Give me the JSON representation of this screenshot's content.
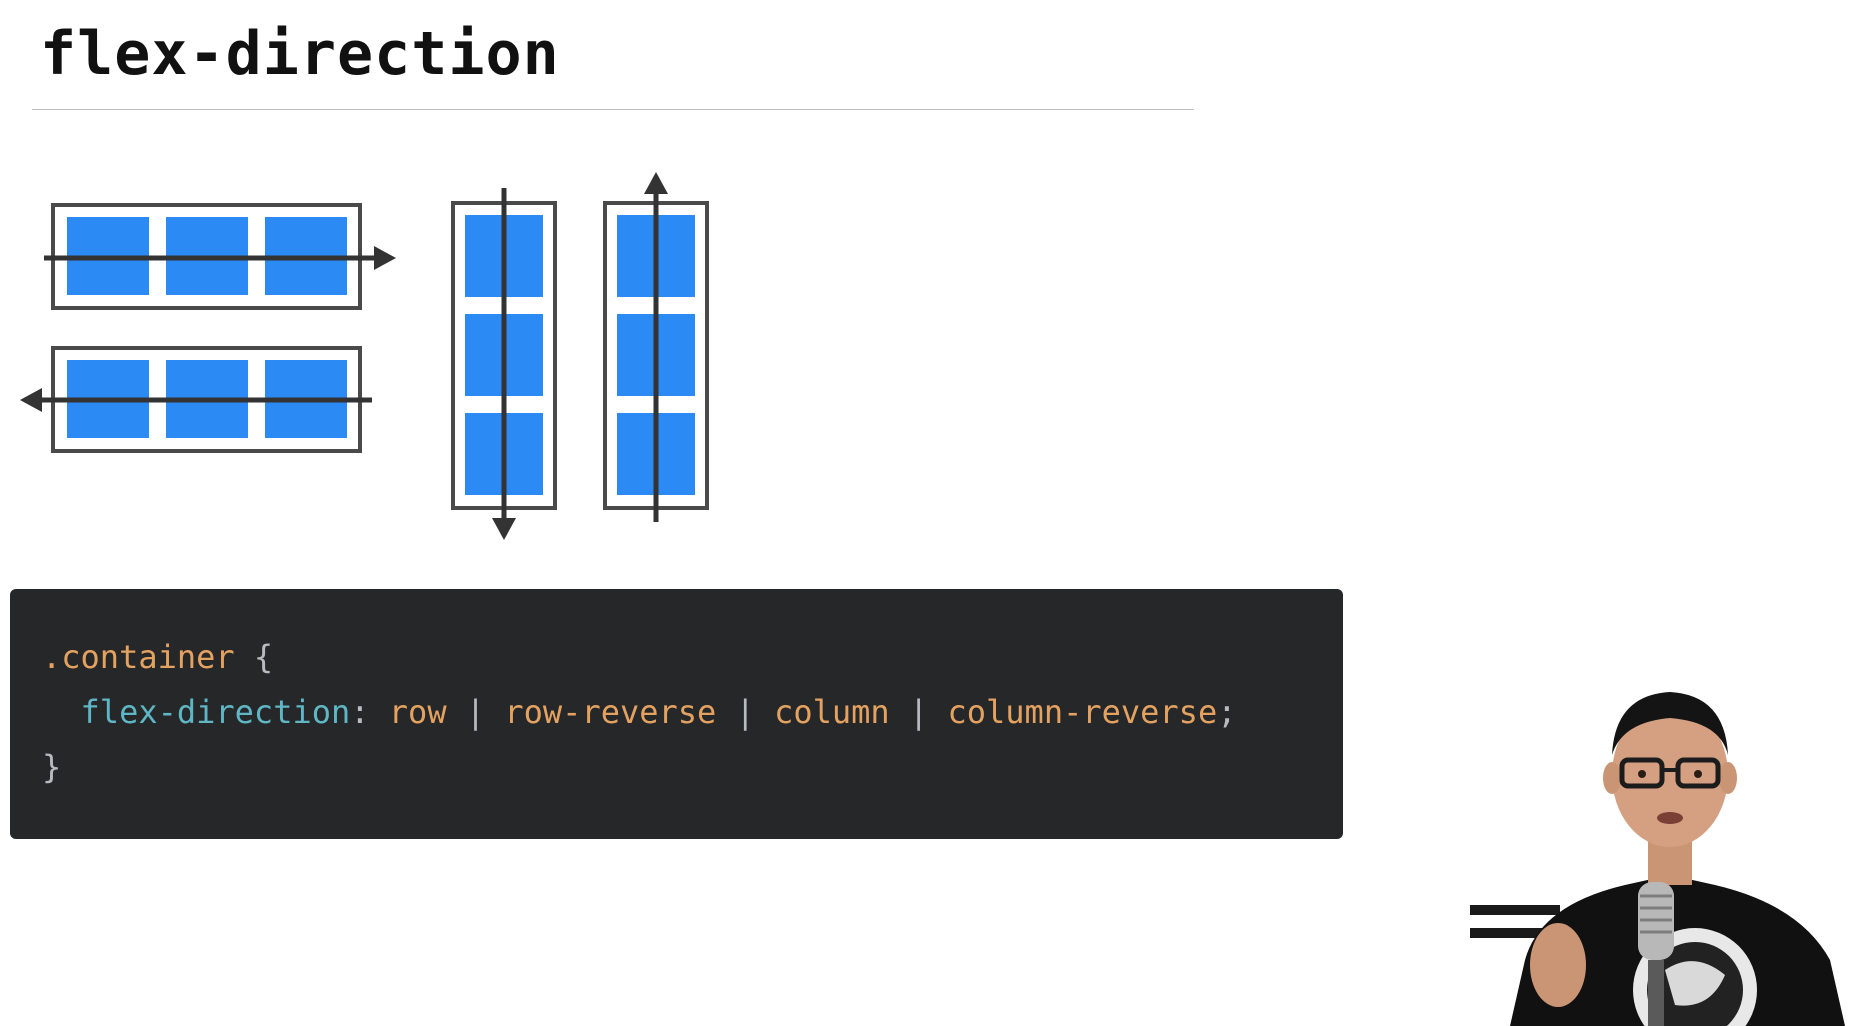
{
  "slide": {
    "title": "flex-direction"
  },
  "code": {
    "selector": ".container",
    "open_brace": "{",
    "property": "flex-direction",
    "colon": ":",
    "values": [
      "row",
      "row-reverse",
      "column",
      "column-reverse"
    ],
    "separator": "|",
    "semicolon": ";",
    "close_brace": "}"
  },
  "colors": {
    "item_blue": "#2b8af4",
    "container_border": "#4a4a4a",
    "arrow": "#333333",
    "code_bg": "#262729",
    "code_selector": "#e4a261",
    "code_property": "#5fb6c4",
    "code_value": "#e4a261"
  },
  "diagrams": [
    {
      "direction": "row",
      "arrow": "right"
    },
    {
      "direction": "row-reverse",
      "arrow": "left"
    },
    {
      "direction": "column",
      "arrow": "down"
    },
    {
      "direction": "column-reverse",
      "arrow": "up"
    }
  ],
  "presenter": {
    "icon": "presenter-video-icon"
  }
}
